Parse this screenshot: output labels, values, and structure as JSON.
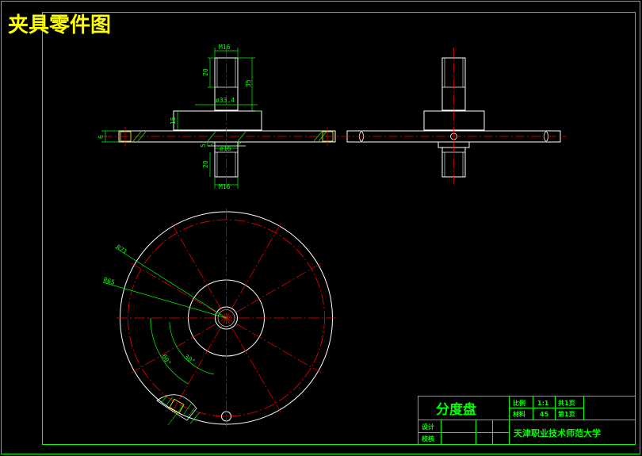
{
  "drawing": {
    "title": "夹具零件图"
  },
  "dimensions": {
    "thread_top": "M16",
    "thread_bottom": "M16",
    "len_20_top": "20",
    "len_35": "35",
    "dia_33_4": "ø33.4",
    "len_15": "15",
    "len_6": "6",
    "dia_16": "ø16",
    "len_5": "5",
    "len_20_bottom": "20",
    "radius_71": "R71",
    "radius_65": "R65",
    "angle_60": "60°",
    "angle_30": "30°"
  },
  "title_block": {
    "part_name": "分度盘",
    "scale_label": "比例",
    "scale_value": "1:1",
    "sheets_total": "共1页",
    "material_label": "材料",
    "material_value": "45",
    "sheet_no": "第1页",
    "designer_label": "设计",
    "checker_label": "校核",
    "school": "天津职业技术师范大学"
  },
  "colors": {
    "border": "#00ff00",
    "object": "#ffffff",
    "center": "#ff0000",
    "dimension": "#00ff00",
    "title": "#ffff00",
    "background": "#000000"
  }
}
